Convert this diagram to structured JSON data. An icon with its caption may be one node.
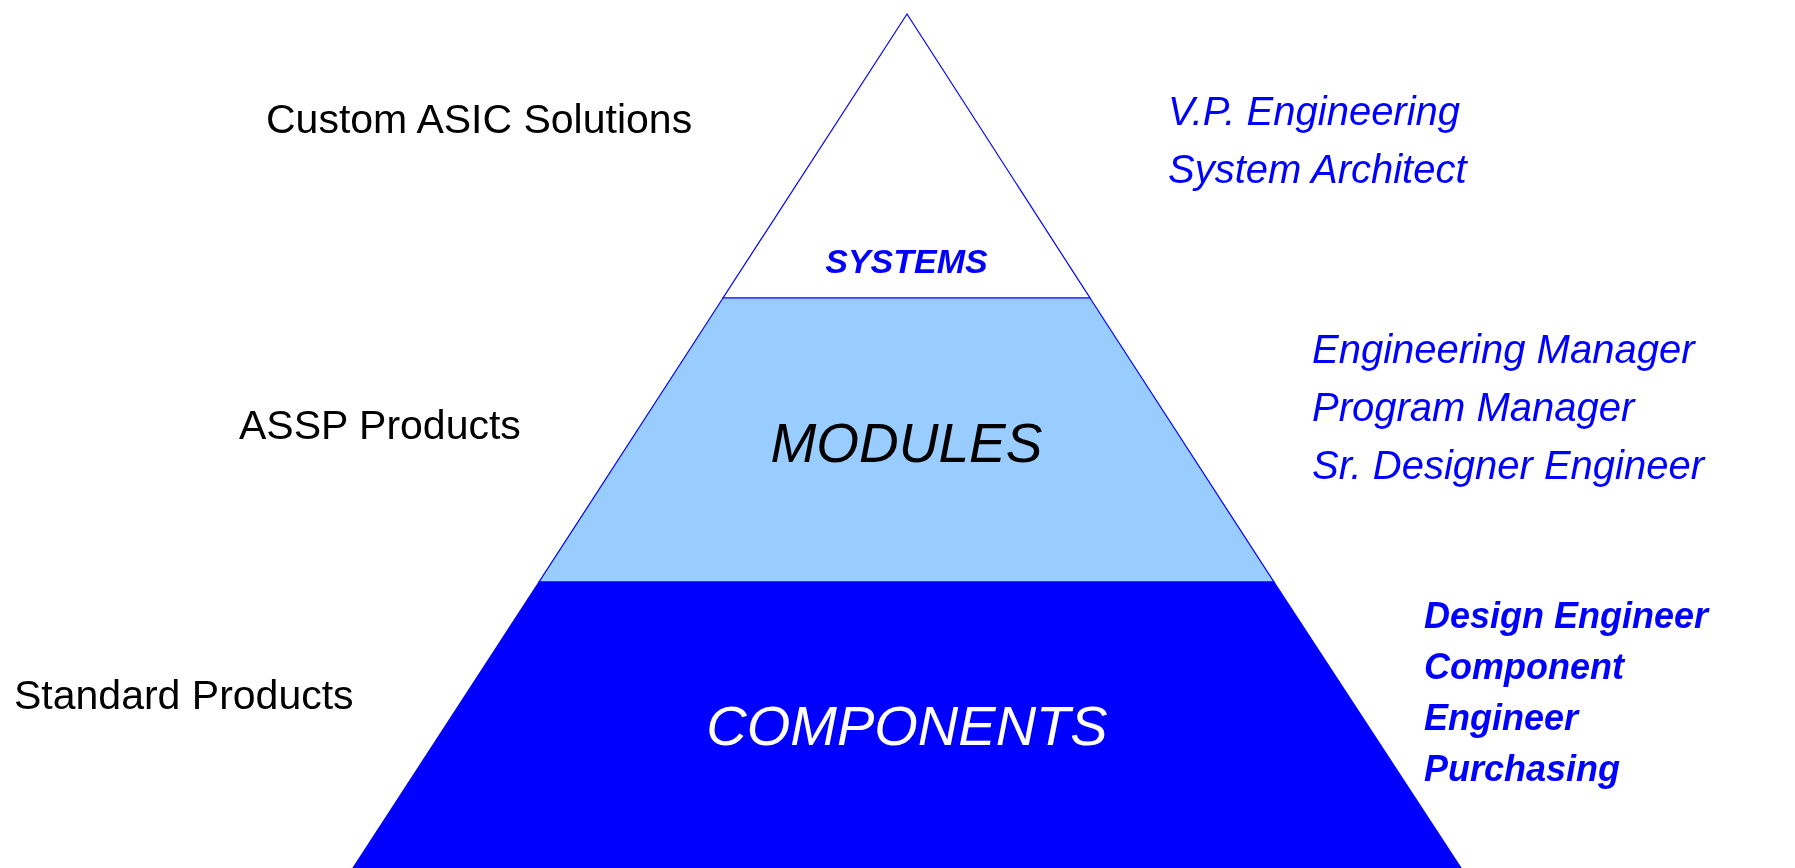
{
  "diagram": {
    "nodes": [
      {
        "text": [
          "SYSTEMS"
        ],
        "beside": [
          "Custom ASIC Solutions",
          "V.P. Engineering",
          "System Architect"
        ]
      },
      {
        "text": [
          "MODULES"
        ],
        "beside": [
          "ASSP Products",
          "Engineering Manager",
          "Program Manager",
          "Sr. Designer Engineer"
        ]
      },
      {
        "text": [
          "COMPONENTS"
        ],
        "beside": [
          "Standard Products",
          "Design Engineer",
          "Component Engineer",
          "Purchasing"
        ]
      }
    ]
  }
}
